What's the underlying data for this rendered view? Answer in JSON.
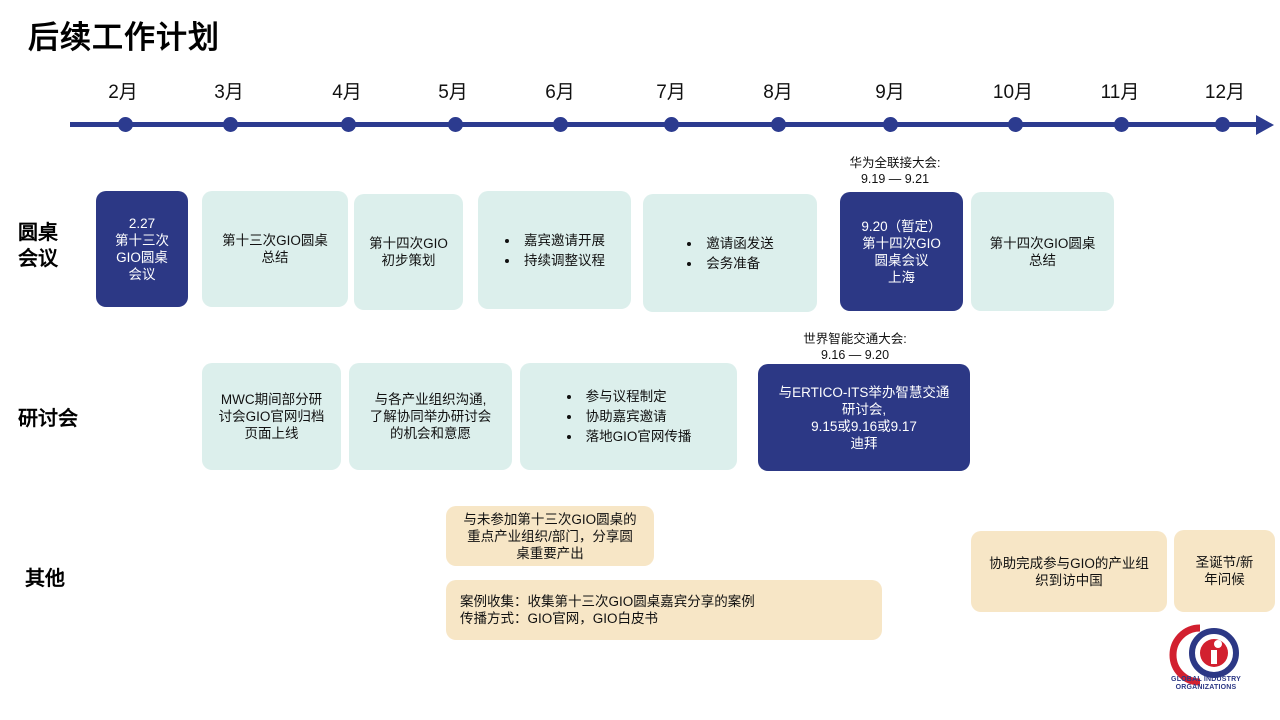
{
  "title": "后续工作计划",
  "months": [
    "2月",
    "3月",
    "4月",
    "5月",
    "6月",
    "7月",
    "8月",
    "9月",
    "10月",
    "11月",
    "12月"
  ],
  "rows": {
    "roundtable": "圆桌\n会议",
    "seminar": "研讨会",
    "other": "其他"
  },
  "roundtable": {
    "box1": [
      "2.27",
      "第十三次",
      "GIO圆桌",
      "会议"
    ],
    "box2": [
      "第十三次GIO圆桌",
      "总结"
    ],
    "box3": [
      "第十四次GIO",
      "初步策划"
    ],
    "box4": [
      "嘉宾邀请开展",
      "持续调整议程"
    ],
    "box5": [
      "邀请函发送",
      "会务准备"
    ],
    "note_sep": [
      "华为全联接大会:",
      "9.19 — 9.21"
    ],
    "box6": [
      "9.20（暂定）",
      "第十四次GIO",
      "圆桌会议",
      "上海"
    ],
    "box7": [
      "第十四次GIO圆桌",
      "总结"
    ]
  },
  "seminar": {
    "box1": [
      "MWC期间部分研",
      "讨会GIO官网归档",
      "页面上线"
    ],
    "box2": [
      "与各产业组织沟通,",
      "了解协同举办研讨会",
      "的机会和意愿"
    ],
    "box3": [
      "参与议程制定",
      "协助嘉宾邀请",
      "落地GIO官网传播"
    ],
    "note_sep": [
      "世界智能交通大会:",
      "9.16 — 9.20"
    ],
    "box4": [
      "与ERTICO-ITS举办智慧交通",
      "研讨会,",
      "9.15或9.16或9.17",
      "迪拜"
    ]
  },
  "other": {
    "box1": [
      "与未参加第十三次GIO圆桌的",
      "重点产业组织/部门，分享圆",
      "桌重要产出"
    ],
    "box2": [
      "案例收集：收集第十三次GIO圆桌嘉宾分享的案例",
      "传播方式：GIO官网，GIO白皮书"
    ],
    "box3": [
      "协助完成参与GIO的产业组",
      "织到访中国"
    ],
    "box4": [
      "圣诞节/新",
      "年问候"
    ]
  },
  "logo": {
    "text_line1": "GLOBAL INDUSTRY",
    "text_line2": "ORGANIZATIONS",
    "colors": {
      "red": "#d2202f",
      "navy": "#2c3885"
    }
  },
  "colors": {
    "accent": "#2c3b8f",
    "teal_box": "#dcefec",
    "navy_box": "#2c3885",
    "sand_box": "#f7e6c6"
  }
}
